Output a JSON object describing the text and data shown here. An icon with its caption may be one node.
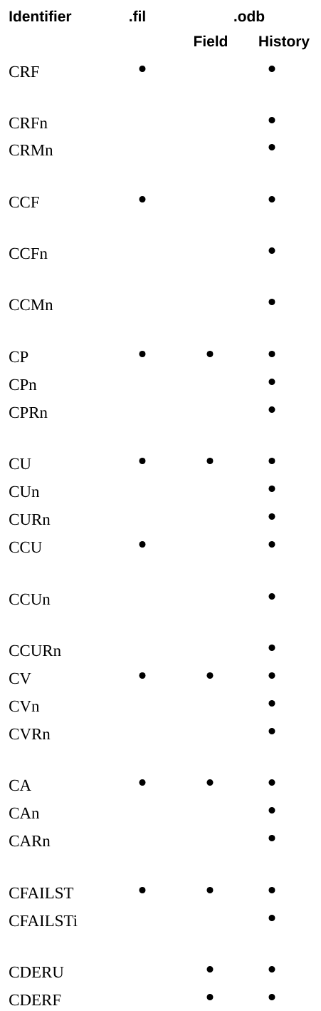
{
  "diagram": {
    "labels": [
      "Identifier",
      ".fil",
      ".odb",
      "Field",
      "History",
      "CRF",
      "•",
      "•",
      "CRFn",
      "•",
      "CRMn",
      "•",
      "CCF",
      "•",
      "•",
      "CCFn",
      "•",
      "CCMn",
      "•",
      "CP",
      "•",
      "•",
      "•",
      "CPn",
      "•",
      "CPRn",
      "•",
      "CU",
      "•",
      "•",
      "•",
      "CUn",
      "•",
      "CURn",
      "•",
      "CCU",
      "•",
      "•",
      "CCUn",
      "•",
      "CCURn",
      "•",
      "CV",
      "•",
      "•",
      "•",
      "CVn",
      "•",
      "CVRn",
      "•",
      "CA",
      "•",
      "•",
      "•",
      "CAn",
      "•",
      "CARn",
      "•",
      "CFAILST",
      "•",
      "•",
      "•",
      "CFAILSTi",
      "•",
      "CDERU",
      "•",
      "•",
      "CDERF",
      "•",
      "•"
    ]
  }
}
